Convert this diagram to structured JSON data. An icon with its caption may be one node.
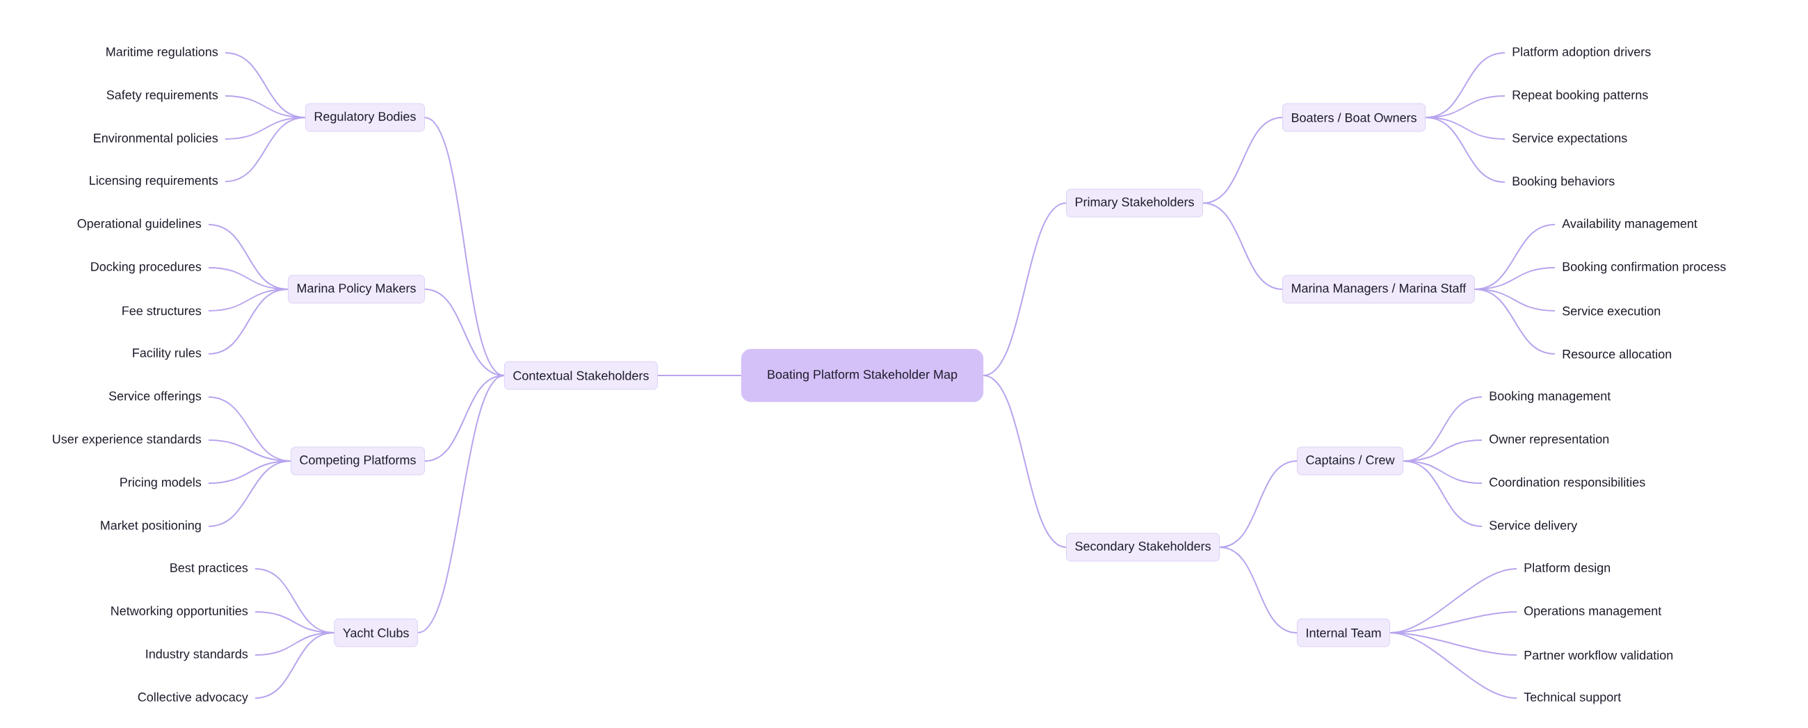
{
  "diagram": {
    "nodes": [
      {
        "text": [
          "Boating Platform Stakeholder Map"
        ]
      },
      {
        "text": [
          "Contextual Stakeholders"
        ]
      },
      {
        "text": [
          "Regulatory Bodies"
        ]
      },
      {
        "text": [
          "Maritime regulations"
        ]
      },
      {
        "text": [
          "Safety requirements"
        ]
      },
      {
        "text": [
          "Environmental policies"
        ]
      },
      {
        "text": [
          "Licensing requirements"
        ]
      },
      {
        "text": [
          "Marina Policy Makers"
        ]
      },
      {
        "text": [
          "Operational guidelines"
        ]
      },
      {
        "text": [
          "Docking procedures"
        ]
      },
      {
        "text": [
          "Fee structures"
        ]
      },
      {
        "text": [
          "Facility rules"
        ]
      },
      {
        "text": [
          "Competing Platforms"
        ]
      },
      {
        "text": [
          "Service offerings"
        ]
      },
      {
        "text": [
          "User experience standards"
        ]
      },
      {
        "text": [
          "Pricing models"
        ]
      },
      {
        "text": [
          "Market positioning"
        ]
      },
      {
        "text": [
          "Yacht Clubs"
        ]
      },
      {
        "text": [
          "Best practices"
        ]
      },
      {
        "text": [
          "Networking opportunities"
        ]
      },
      {
        "text": [
          "Industry standards"
        ]
      },
      {
        "text": [
          "Collective advocacy"
        ]
      },
      {
        "text": [
          "Primary Stakeholders"
        ]
      },
      {
        "text": [
          "Boaters / Boat Owners"
        ]
      },
      {
        "text": [
          "Platform adoption drivers"
        ]
      },
      {
        "text": [
          "Repeat booking patterns"
        ]
      },
      {
        "text": [
          "Service expectations"
        ]
      },
      {
        "text": [
          "Booking behaviors"
        ]
      },
      {
        "text": [
          "Marina Managers / Marina Staff"
        ]
      },
      {
        "text": [
          "Availability management"
        ]
      },
      {
        "text": [
          "Booking confirmation process"
        ]
      },
      {
        "text": [
          "Service execution"
        ]
      },
      {
        "text": [
          "Resource allocation"
        ]
      },
      {
        "text": [
          "Secondary Stakeholders"
        ]
      },
      {
        "text": [
          "Captains / Crew"
        ]
      },
      {
        "text": [
          "Booking management"
        ]
      },
      {
        "text": [
          "Owner representation"
        ]
      },
      {
        "text": [
          "Coordination responsibilities"
        ]
      },
      {
        "text": [
          "Service delivery"
        ]
      },
      {
        "text": [
          "Internal Team"
        ]
      },
      {
        "text": [
          "Platform design"
        ]
      },
      {
        "text": [
          "Operations management"
        ]
      },
      {
        "text": [
          "Partner workflow validation"
        ]
      },
      {
        "text": [
          "Technical support"
        ]
      }
    ],
    "edges": [
      {
        "from": 0,
        "to": 1,
        "arrow": "none"
      },
      {
        "from": 1,
        "to": 2,
        "arrow": "none"
      },
      {
        "from": 2,
        "to": 3,
        "arrow": "none"
      },
      {
        "from": 2,
        "to": 4,
        "arrow": "none"
      },
      {
        "from": 2,
        "to": 5,
        "arrow": "none"
      },
      {
        "from": 2,
        "to": 6,
        "arrow": "none"
      },
      {
        "from": 1,
        "to": 7,
        "arrow": "none"
      },
      {
        "from": 7,
        "to": 8,
        "arrow": "none"
      },
      {
        "from": 7,
        "to": 9,
        "arrow": "none"
      },
      {
        "from": 7,
        "to": 10,
        "arrow": "none"
      },
      {
        "from": 7,
        "to": 11,
        "arrow": "none"
      },
      {
        "from": 1,
        "to": 12,
        "arrow": "none"
      },
      {
        "from": 12,
        "to": 13,
        "arrow": "none"
      },
      {
        "from": 12,
        "to": 14,
        "arrow": "none"
      },
      {
        "from": 12,
        "to": 15,
        "arrow": "none"
      },
      {
        "from": 12,
        "to": 16,
        "arrow": "none"
      },
      {
        "from": 1,
        "to": 17,
        "arrow": "none"
      },
      {
        "from": 17,
        "to": 18,
        "arrow": "none"
      },
      {
        "from": 17,
        "to": 19,
        "arrow": "none"
      },
      {
        "from": 17,
        "to": 20,
        "arrow": "none"
      },
      {
        "from": 17,
        "to": 21,
        "arrow": "none"
      },
      {
        "from": 0,
        "to": 22,
        "arrow": "none"
      },
      {
        "from": 22,
        "to": 23,
        "arrow": "none"
      },
      {
        "from": 23,
        "to": 24,
        "arrow": "none"
      },
      {
        "from": 23,
        "to": 25,
        "arrow": "none"
      },
      {
        "from": 23,
        "to": 26,
        "arrow": "none"
      },
      {
        "from": 23,
        "to": 27,
        "arrow": "none"
      },
      {
        "from": 22,
        "to": 28,
        "arrow": "none"
      },
      {
        "from": 28,
        "to": 29,
        "arrow": "none"
      },
      {
        "from": 28,
        "to": 30,
        "arrow": "none"
      },
      {
        "from": 28,
        "to": 31,
        "arrow": "none"
      },
      {
        "from": 28,
        "to": 32,
        "arrow": "none"
      },
      {
        "from": 0,
        "to": 33,
        "arrow": "none"
      },
      {
        "from": 33,
        "to": 34,
        "arrow": "none"
      },
      {
        "from": 34,
        "to": 35,
        "arrow": "none"
      },
      {
        "from": 34,
        "to": 36,
        "arrow": "none"
      },
      {
        "from": 34,
        "to": 37,
        "arrow": "none"
      },
      {
        "from": 34,
        "to": 38,
        "arrow": "none"
      },
      {
        "from": 33,
        "to": 39,
        "arrow": "none"
      },
      {
        "from": 39,
        "to": 40,
        "arrow": "none"
      },
      {
        "from": 39,
        "to": 41,
        "arrow": "none"
      },
      {
        "from": 39,
        "to": 42,
        "arrow": "none"
      },
      {
        "from": 39,
        "to": 43,
        "arrow": "none"
      }
    ]
  }
}
